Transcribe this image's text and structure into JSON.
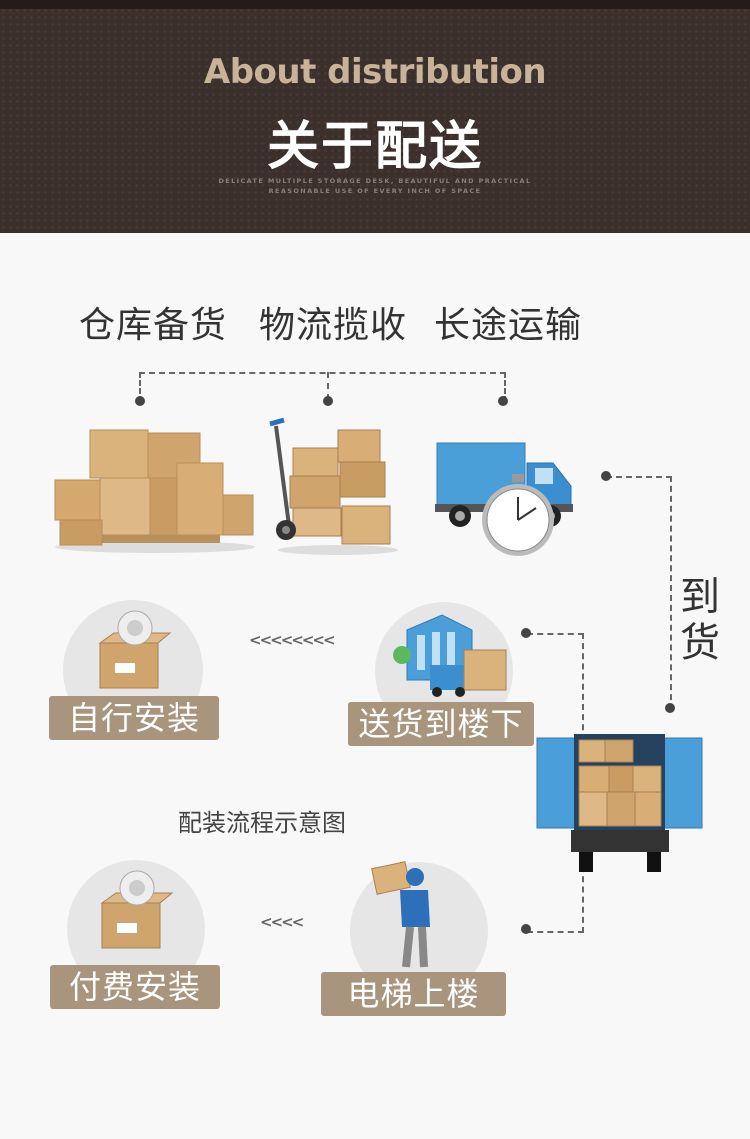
{
  "header": {
    "title_en": "About distribution",
    "title_cn": "关于配送",
    "subtitle_line1": "DELICATE MULTIPLE STORAGE DESK, BEAUTIFUL AND PRACTICAL",
    "subtitle_line2": "REASONABLE USE OF EVERY INCH OF SPACE"
  },
  "steps_top": [
    "仓库备货",
    "物流揽收",
    "长途运输"
  ],
  "arrival_label": [
    "到",
    "货"
  ],
  "labels": {
    "self_install": "自行安装",
    "deliver_downstairs": "送货到楼下",
    "paid_install": "付费安装",
    "elevator_upstairs": "电梯上楼"
  },
  "arrows_1": "<<<<<<<<",
  "arrows_2": "<<<<",
  "caption": "配装流程示意图",
  "colors": {
    "header_bg": "#3b302c",
    "title_en": "#c8b39a",
    "label_bg": "#a9957e",
    "truck_blue": "#4a9fd8",
    "box": "#d8b07a"
  },
  "icons": [
    "warehouse-boxes-icon",
    "hand-truck-icon",
    "delivery-truck-icon",
    "stopwatch-icon",
    "package-parts-icon",
    "building-icon",
    "courier-icon",
    "open-truck-icon"
  ]
}
